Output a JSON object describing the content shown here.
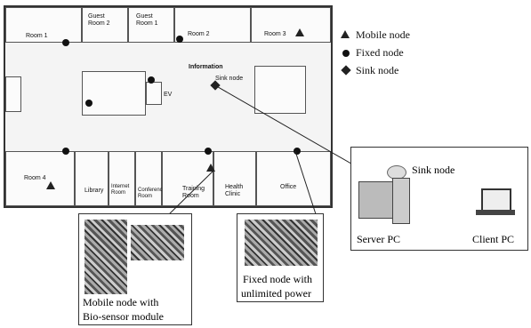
{
  "floor_plan": {
    "rooms_top": [
      "Room 1",
      "Guest Room 2",
      "Guest Room 1",
      "Room 2",
      "Room 3"
    ],
    "information_label": "Information",
    "sink_node_label": "Sink node",
    "ev_label": "EV",
    "rooms_bottom": [
      "Room 4",
      "Library",
      "Internet Room",
      "Conference Room",
      "Training Room",
      "Health Clinic",
      "Office"
    ]
  },
  "legend": {
    "mobile": "Mobile node",
    "fixed": "Fixed node",
    "sink": "Sink node"
  },
  "network": {
    "sink_node": "Sink node",
    "server": "Server PC",
    "client": "Client PC"
  },
  "callouts": {
    "mobile_line1": "Mobile node with",
    "mobile_line2": "Bio-sensor module",
    "fixed_line1": "Fixed node with",
    "fixed_line2": "unlimited power"
  }
}
